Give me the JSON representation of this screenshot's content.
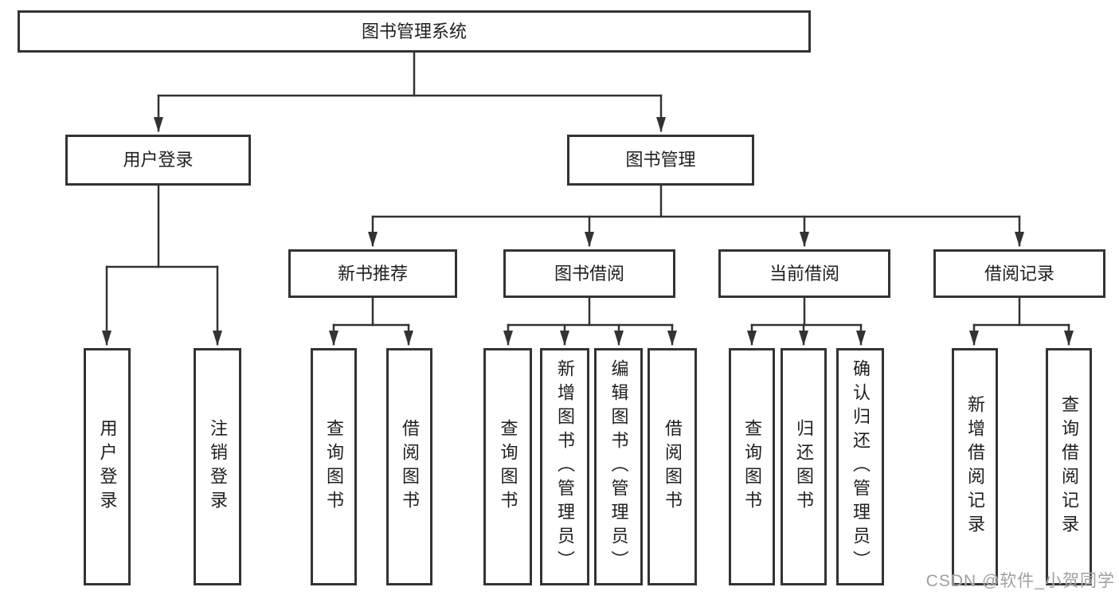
{
  "nodes": {
    "root": "图书管理系统",
    "user_login": "用户登录",
    "book_management": "图书管理",
    "new_book_recommend": "新书推荐",
    "book_borrowing": "图书借阅",
    "current_borrowing": "当前借阅",
    "borrowing_records": "借阅记录"
  },
  "leaves": {
    "user_login_leaf": "用户登录",
    "logout_leaf": "注销登录",
    "recommend_query_books": "查询图书",
    "recommend_borrow_books": "借阅图书",
    "borrowing_query_books": "查询图书",
    "borrowing_add_books": "新增图书（管理员）",
    "borrowing_edit_books": "编辑图书（管理员）",
    "borrowing_borrow_books": "借阅图书",
    "current_query_books": "查询图书",
    "current_return_books": "归还图书",
    "current_confirm_return": "确认归还（管理员）",
    "records_add_record": "新增借阅记录",
    "records_query_record": "查询借阅记录"
  },
  "watermark": "CSDN @软件_小贺同学",
  "colors": {
    "line": "#333333",
    "text": "#1f1f1f",
    "background": "#ffffff",
    "watermark": "#a0a0a0"
  }
}
